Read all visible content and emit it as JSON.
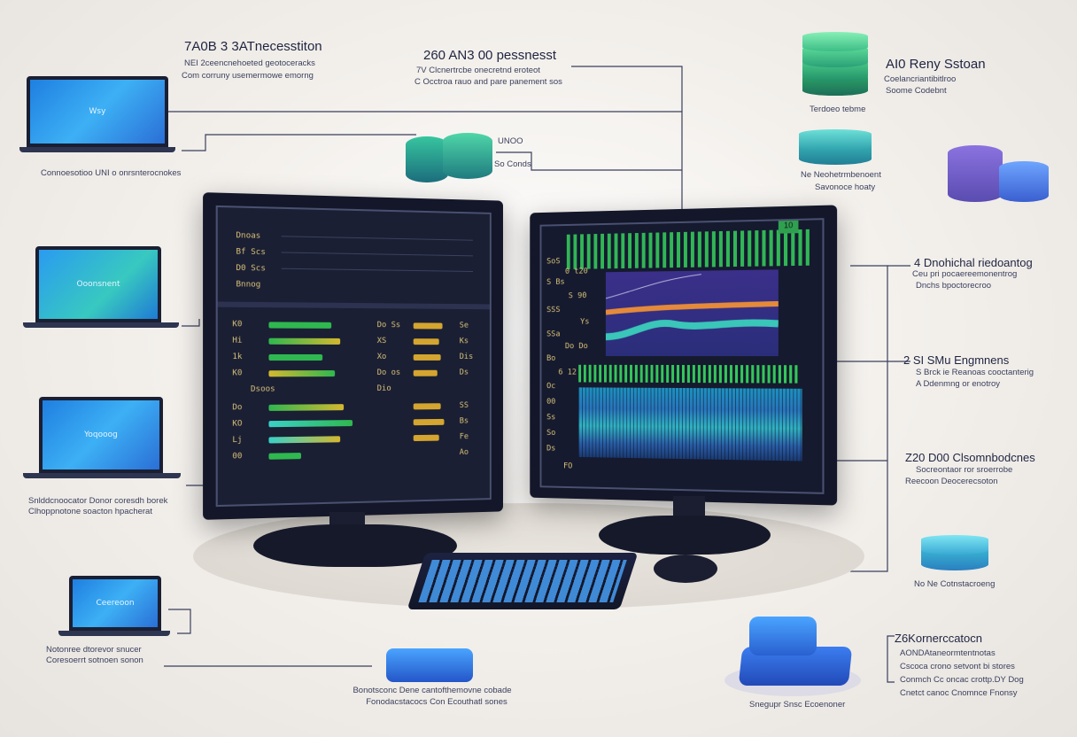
{
  "top_left": {
    "title": "7A0B 3 3ATnecesstiton",
    "line1": "NEI 2ceencnehoeted geotoceracks",
    "line2": "Com corruny usemermowe emorng"
  },
  "top_center": {
    "title": "260 AN3 00 pessnesst",
    "line1": "7V Clcnertrcbe onecretnd eroteot",
    "line2": "C Occtroa rauo and pare panement sos"
  },
  "top_right": {
    "title": "AI0 Reny Sstoan",
    "line1": "Coelancriantibitlroo",
    "line2": "Soome Codebnt",
    "under": "Terdoeo tebme"
  },
  "db_center_label1": "UNOO",
  "db_center_label2": "So Conds",
  "mid_right_label1": "Ne Neohetrmbenoent",
  "mid_right_label2": "Savonoce hoaty",
  "laptops": [
    {
      "screen": "Wsy",
      "caption": "Connoesotioo UNI o onrsnterocnokes"
    },
    {
      "screen": "Ooonsnent",
      "caption": ""
    },
    {
      "screen": "Yoqooog",
      "caption": "Snlddcnoocator Donor coresdh borek\nClhoppnotone soacton hpacherat"
    },
    {
      "screen": "Ceereoon",
      "caption": "Notonree dtorevor snucer\nCoresoerrt sotnoen sonon"
    }
  ],
  "right_items": [
    {
      "title": "4 Dnohichal riedoantog",
      "line1": "Ceu pri pocaereemonentrog",
      "line2": "Dnchs bpoctorecroo"
    },
    {
      "title": "2 SI SMu Engmnens",
      "line1": "S Brck ie Reanoas cooctanterig",
      "line2": "A Ddenmng or enotroy"
    },
    {
      "title": "Z20 D00 Clsomnbodcnes",
      "line1": "Socreontaor ror sroerrobe",
      "line2": "Reecoon Deocerecsoton"
    }
  ],
  "bottom_db_label": "No Ne Cotnstacroeng",
  "bottom_right": {
    "title": "Z6Kornerccatocn",
    "items": [
      "AONDAtaneormtentnotas",
      "Cscoca crono setvont bi stores",
      "Conmch Cc oncac crottp.DY Dog",
      "Cnetct canoc Cnomnce Fnonsy"
    ]
  },
  "bottom_center_caption": {
    "line1": "Bonotsconc Dene cantofthemovne cobade",
    "line2": "Fonodacstacocs Con Ecouthatl sones"
  },
  "bottom_db_right_caption": "Snegupr Snsc Ecoenoner",
  "left_monitor": {
    "header_labels": [
      "Dnoas",
      "Bf Scs",
      "D0 Scs",
      "Bnnog"
    ],
    "row_labels_a": [
      "K0",
      "Hi",
      "1k",
      "K0",
      "Do",
      "KO",
      "Lj",
      "00"
    ],
    "row_labels_mid": [
      "Do Ss",
      "XS",
      "Xo",
      "Do os",
      "Dio"
    ],
    "row_labels_c": [
      "Se",
      "Ks",
      "Dis",
      "Ds",
      "SS",
      "Bs",
      "Fe",
      "Ao"
    ],
    "mid_label": "Dsoos"
  },
  "right_monitor": {
    "labels": [
      "SoS",
      "S Bs",
      "SSS",
      "SSa",
      "Bo",
      "Oc",
      "00",
      "Ss",
      "So",
      "Ds"
    ],
    "chart_labels": [
      "0 t20",
      "S 90",
      "Ys",
      "Do Do",
      "6 12",
      "FO"
    ],
    "badge": "10"
  },
  "colors": {
    "accent_blue": "#3aa2f5",
    "accent_green": "#34c75a",
    "accent_orange": "#e59a3a",
    "monitor_dark": "#131729"
  }
}
